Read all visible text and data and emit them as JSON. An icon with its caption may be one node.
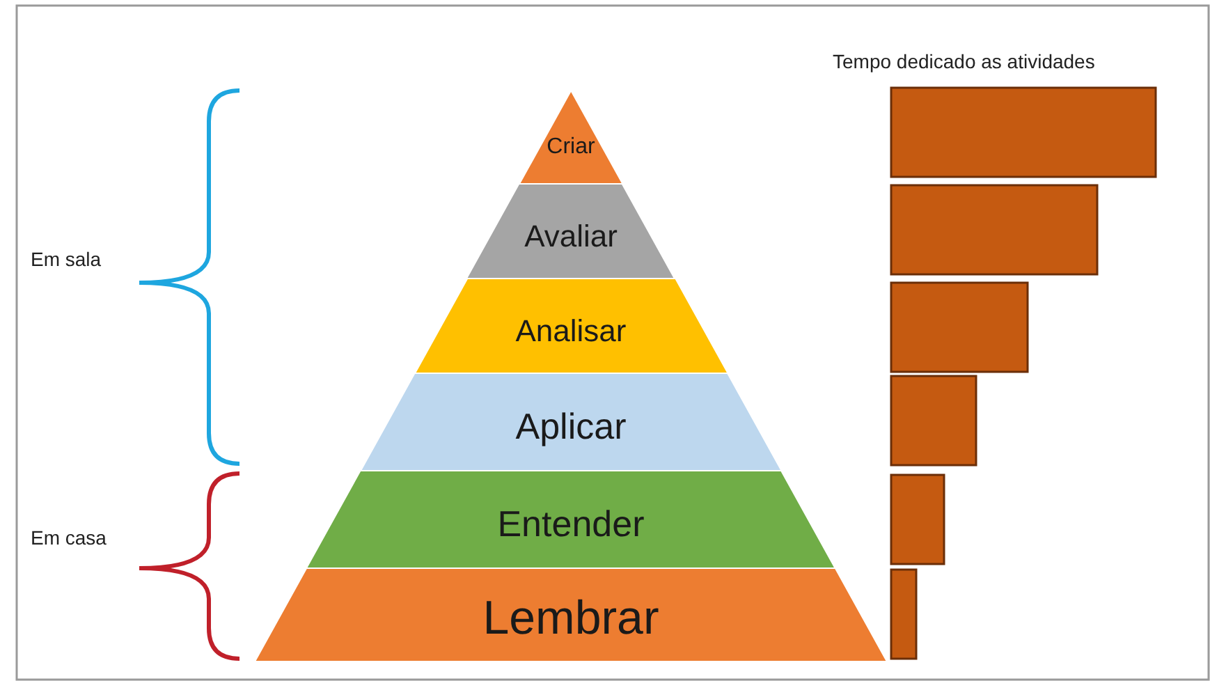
{
  "diagram": {
    "nodes": [
      {
        "text": [
          "Criar"
        ]
      },
      {
        "text": [
          "Avaliar"
        ]
      },
      {
        "text": [
          "Analisar"
        ]
      },
      {
        "text": [
          "Aplicar"
        ]
      },
      {
        "text": [
          "Entender"
        ]
      },
      {
        "text": [
          "Lembrar"
        ]
      }
    ],
    "edges": [],
    "labels": [
      "Tempo dedicado as atividades",
      "Em sala",
      "Em casa"
    ]
  }
}
